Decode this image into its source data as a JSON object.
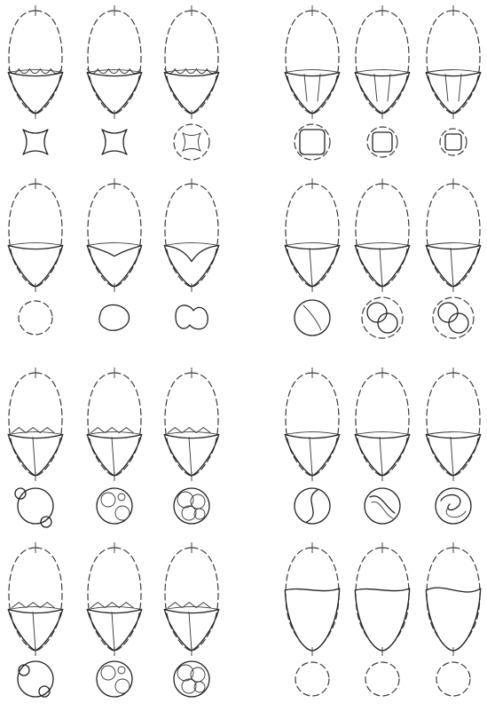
{
  "figure": {
    "panels": [
      {
        "id": "top-left",
        "stages": [
          {
            "shape": "cup-scallop",
            "section": "concave-square"
          },
          {
            "shape": "cup-scallop-deep",
            "section": "concave-square"
          },
          {
            "shape": "scallop-bottom",
            "section": "circle-with-concave-square"
          }
        ]
      },
      {
        "id": "top-right",
        "stages": [
          {
            "shape": "cup-tongue",
            "section": "rounded-square"
          },
          {
            "shape": "cup-tongue",
            "section": "rounded-square-small"
          },
          {
            "shape": "cup-tongue",
            "section": "rounded-square-smallest"
          }
        ]
      },
      {
        "id": "second-left",
        "stages": [
          {
            "shape": "cup",
            "section": "circle"
          },
          {
            "shape": "cup-dimpled",
            "section": "blob"
          },
          {
            "shape": "cup-dimpled-deep",
            "section": "peanut"
          }
        ]
      },
      {
        "id": "second-right",
        "stages": [
          {
            "shape": "cup-two-lobes",
            "section": "circle-with-division"
          },
          {
            "shape": "cup-two-lobes",
            "section": "two-circles"
          },
          {
            "shape": "cup-two-lobes",
            "section": "two-circles-tight"
          }
        ]
      },
      {
        "id": "third-left",
        "stages": [
          {
            "shape": "cup-fluted",
            "section": "circle-with-small-circles"
          },
          {
            "shape": "cup-fluted",
            "section": "three-circles"
          },
          {
            "shape": "cup-fluted",
            "section": "four-circles"
          }
        ]
      },
      {
        "id": "third-right",
        "stages": [
          {
            "shape": "cup-twisted",
            "section": "circle-with-s-curve"
          },
          {
            "shape": "cup-twisted",
            "section": "circle-with-double-s"
          },
          {
            "shape": "cup-twisted",
            "section": "circle-with-spiral"
          }
        ]
      },
      {
        "id": "bottom-left",
        "stages": [
          {
            "shape": "cup-fluted",
            "section": "circle-with-two-circles"
          },
          {
            "shape": "cup-fluted",
            "section": "three-circles"
          },
          {
            "shape": "cup-fluted",
            "section": "four-circles"
          }
        ]
      },
      {
        "id": "bottom-right",
        "stages": [
          {
            "shape": "surface-wave",
            "section": "circle"
          },
          {
            "shape": "surface-wave",
            "section": "circle"
          },
          {
            "shape": "surface-wave-deep",
            "section": "circle"
          }
        ]
      }
    ]
  }
}
